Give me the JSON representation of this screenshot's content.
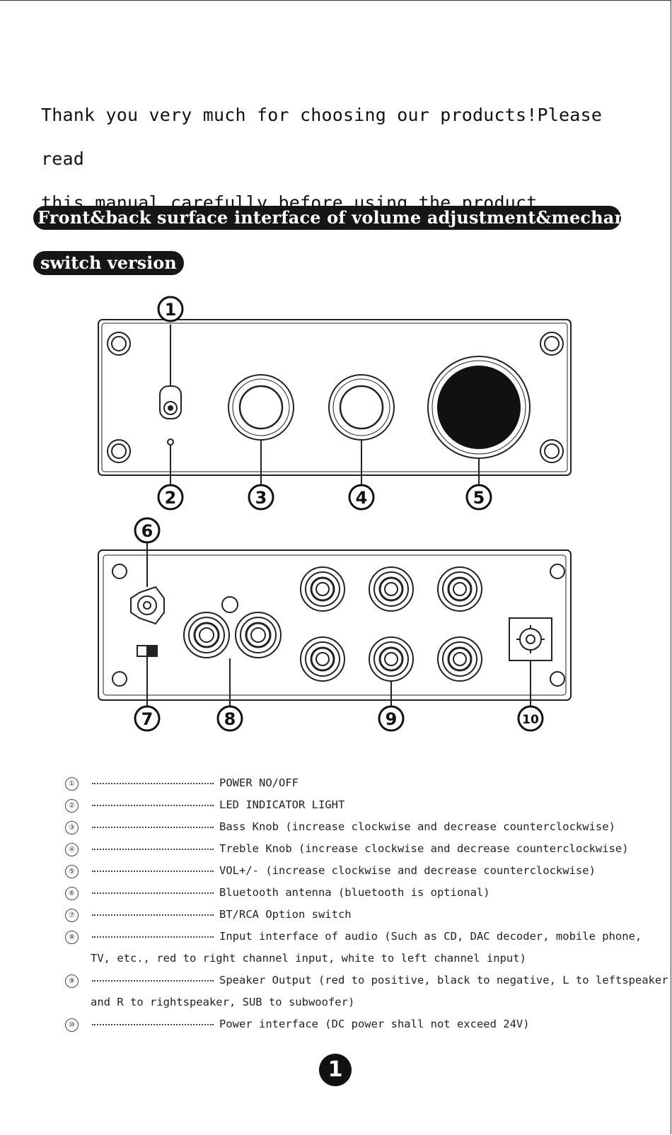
{
  "intro": {
    "line1": "Thank you very much for choosing our products!Please read",
    "line2": "this manual carefully before using the product."
  },
  "section": {
    "title_line1": "Front&back surface interface of volume adjustment&mechanical",
    "title_line2": "switch version"
  },
  "callouts": [
    "1",
    "2",
    "3",
    "4",
    "5",
    "6",
    "7",
    "8",
    "9",
    "10"
  ],
  "legend": [
    {
      "num": "①",
      "text": "POWER NO/OFF"
    },
    {
      "num": "②",
      "text": "LED INDICATOR LIGHT"
    },
    {
      "num": "③",
      "text": "Bass Knob  (increase clockwise and decrease counterclockwise)"
    },
    {
      "num": "④",
      "text": "Treble Knob  (increase clockwise and decrease counterclockwise)"
    },
    {
      "num": "⑤",
      "text": "VOL+/- (increase clockwise and decrease counterclockwise)"
    },
    {
      "num": "⑥",
      "text": "Bluetooth antenna (bluetooth is optional)"
    },
    {
      "num": "⑦",
      "text": "BT/RCA Option switch"
    },
    {
      "num": "⑧",
      "text": "Input interface of audio (Such as CD, DAC decoder, mobile phone,",
      "continuation": "TV, etc., red to right channel input, white to left channel input)"
    },
    {
      "num": "⑨",
      "text": "Speaker Output (red to positive, black to negative, L to leftspeaker",
      "continuation": "and R to rightspeaker, SUB to subwoofer)"
    },
    {
      "num": "⑩",
      "text": "Power interface (DC power shall not exceed 24V)"
    }
  ],
  "page_number": "1"
}
